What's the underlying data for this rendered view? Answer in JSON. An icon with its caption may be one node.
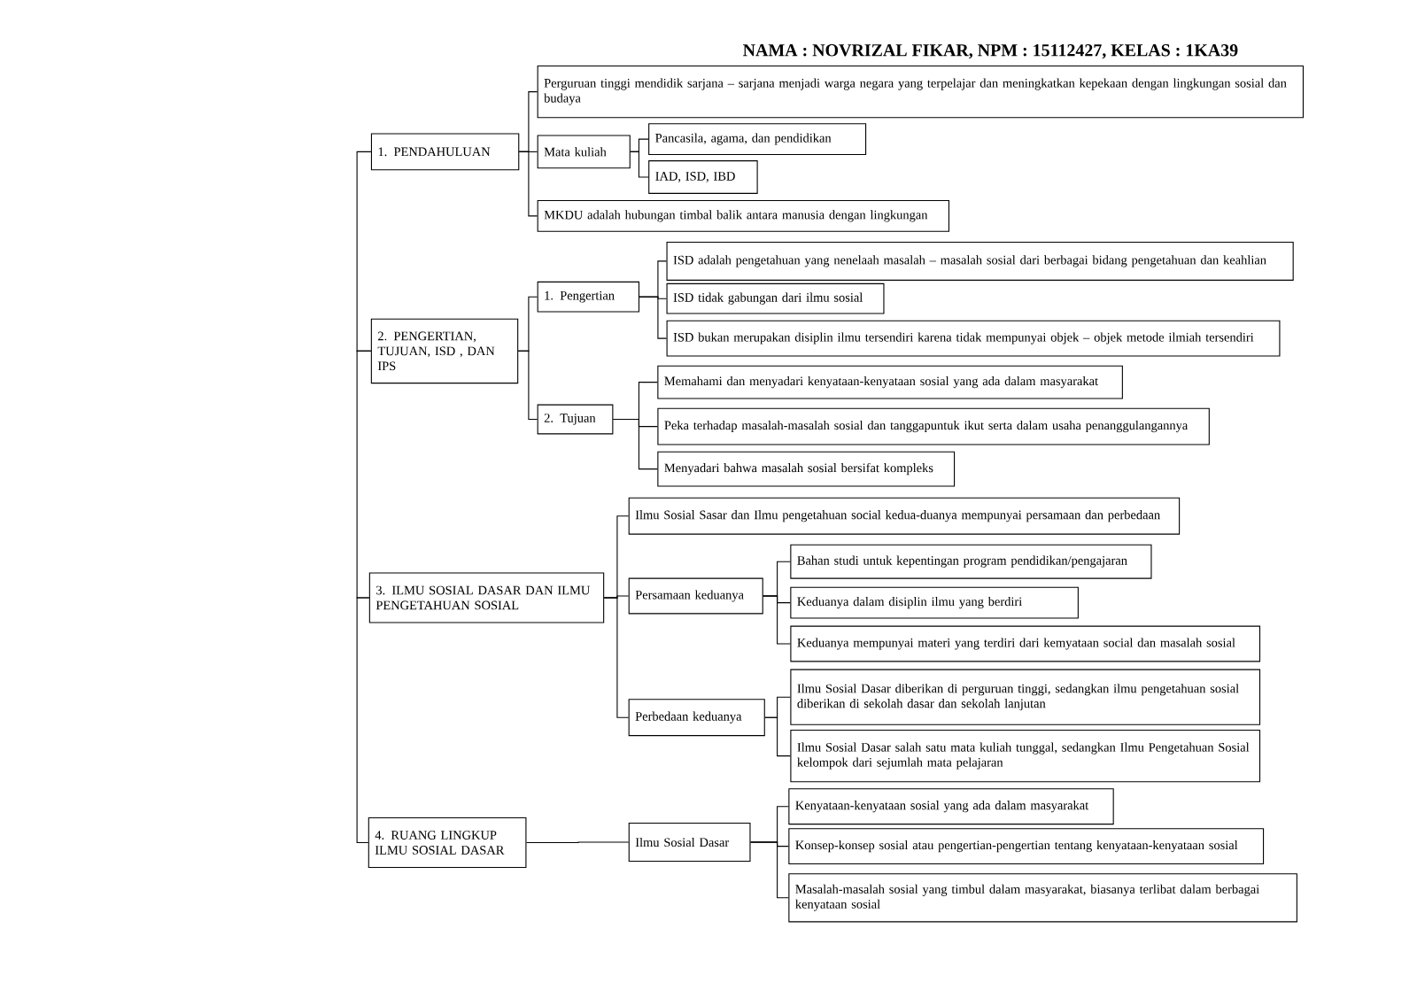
{
  "diagram": {
    "title": "NAMA : NOVRIZAL FIKAR, NPM : 15112427, KELAS : 1KA39",
    "nodes": [
      {
        "text": [
          "1. PENDAHULUAN"
        ]
      },
      {
        "text": [
          "Perguruan tinggi mendidik sarjana – sarjana menjadi warga negara yang terpelajar dan meningkatkan kepekaan dengan lingkungan sosial dan budaya"
        ]
      },
      {
        "text": [
          "Mata kuliah"
        ]
      },
      {
        "text": [
          "Pancasila, agama, dan pendidikan"
        ]
      },
      {
        "text": [
          "IAD, ISD, IBD"
        ]
      },
      {
        "text": [
          "MKDU adalah hubungan timbal balik antara manusia dengan lingkungan"
        ]
      },
      {
        "text": [
          "2. PENGERTIAN, TUJUAN, ISD , DAN IPS"
        ]
      },
      {
        "text": [
          "1. Pengertian"
        ]
      },
      {
        "text": [
          "ISD adalah pengetahuan yang nenelaah masalah – masalah sosial dari berbagai bidang pengetahuan dan keahlian"
        ]
      },
      {
        "text": [
          "ISD tidak gabungan dari ilmu sosial"
        ]
      },
      {
        "text": [
          "ISD bukan merupakan disiplin ilmu tersendiri karena tidak mempunyai objek – objek metode ilmiah tersendiri"
        ]
      },
      {
        "text": [
          "2. Tujuan"
        ]
      },
      {
        "text": [
          "Memahami dan menyadari kenyataan-kenyataan sosial yang ada dalam masyarakat"
        ]
      },
      {
        "text": [
          "Peka terhadap masalah-masalah sosial dan tanggapuntuk ikut serta dalam usaha penanggulangannya"
        ]
      },
      {
        "text": [
          "Menyadari bahwa masalah sosial bersifat kompleks"
        ]
      },
      {
        "text": [
          "3. ILMU SOSIAL DASAR DAN ILMU PENGETAHUAN SOSIAL"
        ]
      },
      {
        "text": [
          "Ilmu Sosial Sasar dan Ilmu pengetahuan social kedua-duanya mempunyai persamaan dan perbedaan"
        ]
      },
      {
        "text": [
          "Persamaan keduanya"
        ]
      },
      {
        "text": [
          "Bahan studi untuk kepentingan program pendidikan/pengajaran"
        ]
      },
      {
        "text": [
          "Keduanya dalam disiplin ilmu yang berdiri"
        ]
      },
      {
        "text": [
          "Keduanya mempunyai materi yang terdiri dari kemyataan social dan masalah sosial"
        ]
      },
      {
        "text": [
          "Perbedaan keduanya"
        ]
      },
      {
        "text": [
          "Ilmu Sosial Dasar diberikan di perguruan tinggi, sedangkan ilmu pengetahuan sosial diberikan di sekolah dasar dan sekolah lanjutan"
        ]
      },
      {
        "text": [
          "Ilmu Sosial Dasar salah satu mata kuliah tunggal, sedangkan Ilmu Pengetahuan Sosial kelompok dari sejumlah mata pelajaran"
        ]
      },
      {
        "text": [
          "4. RUANG LINGKUP ILMU SOSIAL DASAR"
        ]
      },
      {
        "text": [
          "Ilmu Sosial Dasar"
        ]
      },
      {
        "text": [
          "Kenyataan-kenyataan sosial yang ada dalam masyarakat"
        ]
      },
      {
        "text": [
          "Konsep-konsep sosial atau pengertian-pengertian tentang kenyataan-kenyataan sosial"
        ]
      },
      {
        "text": [
          "Masalah-masalah sosial yang timbul dalam masyarakat, biasanya terlibat dalam berbagai kenyataan sosial"
        ]
      }
    ],
    "edges": [
      {
        "from": 0,
        "to": 6,
        "arrow": "none"
      },
      {
        "from": 6,
        "to": 15,
        "arrow": "none"
      },
      {
        "from": 15,
        "to": 24,
        "arrow": "none"
      },
      {
        "from": 0,
        "to": 1,
        "arrow": "none"
      },
      {
        "from": 0,
        "to": 2,
        "arrow": "none"
      },
      {
        "from": 0,
        "to": 5,
        "arrow": "none"
      },
      {
        "from": 2,
        "to": 3,
        "arrow": "none"
      },
      {
        "from": 2,
        "to": 4,
        "arrow": "none"
      },
      {
        "from": 6,
        "to": 7,
        "arrow": "none"
      },
      {
        "from": 6,
        "to": 11,
        "arrow": "none"
      },
      {
        "from": 7,
        "to": 8,
        "arrow": "none"
      },
      {
        "from": 7,
        "to": 9,
        "arrow": "none"
      },
      {
        "from": 7,
        "to": 10,
        "arrow": "none"
      },
      {
        "from": 11,
        "to": 12,
        "arrow": "none"
      },
      {
        "from": 11,
        "to": 13,
        "arrow": "none"
      },
      {
        "from": 11,
        "to": 14,
        "arrow": "none"
      },
      {
        "from": 15,
        "to": 16,
        "arrow": "none"
      },
      {
        "from": 15,
        "to": 17,
        "arrow": "none"
      },
      {
        "from": 15,
        "to": 21,
        "arrow": "none"
      },
      {
        "from": 17,
        "to": 18,
        "arrow": "none"
      },
      {
        "from": 17,
        "to": 19,
        "arrow": "none"
      },
      {
        "from": 17,
        "to": 20,
        "arrow": "none"
      },
      {
        "from": 21,
        "to": 22,
        "arrow": "none"
      },
      {
        "from": 21,
        "to": 23,
        "arrow": "none"
      },
      {
        "from": 24,
        "to": 25,
        "arrow": "none"
      },
      {
        "from": 25,
        "to": 26,
        "arrow": "none"
      },
      {
        "from": 25,
        "to": 27,
        "arrow": "none"
      },
      {
        "from": 25,
        "to": 28,
        "arrow": "none"
      }
    ]
  }
}
